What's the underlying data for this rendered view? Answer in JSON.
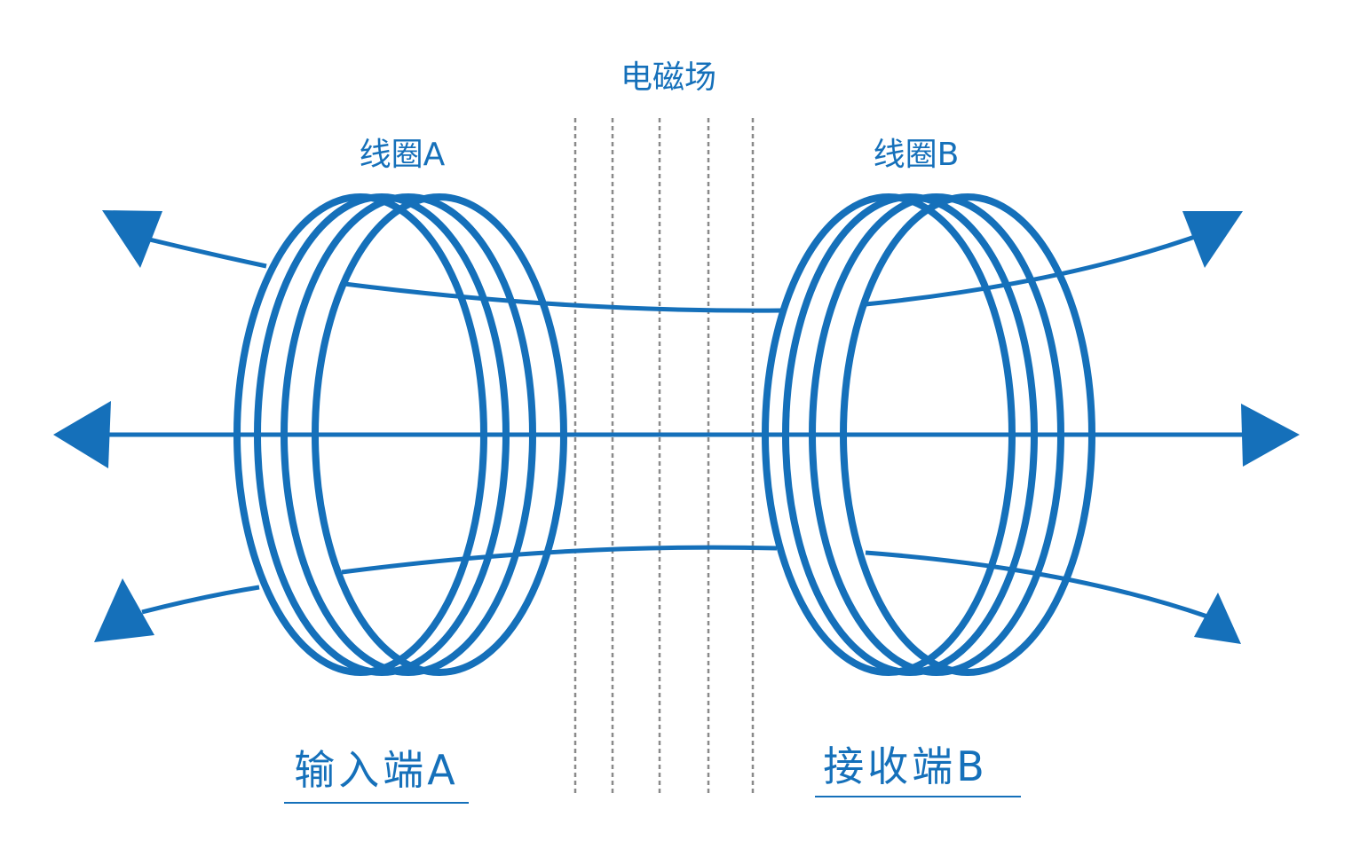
{
  "title": "电磁场",
  "coil_a_label": "线圈A",
  "coil_b_label": "线圈B",
  "input_label": "输入端A",
  "receiver_label": "接收端B",
  "colors": {
    "primary": "#1570ba",
    "dash": "#8a8a8a"
  }
}
